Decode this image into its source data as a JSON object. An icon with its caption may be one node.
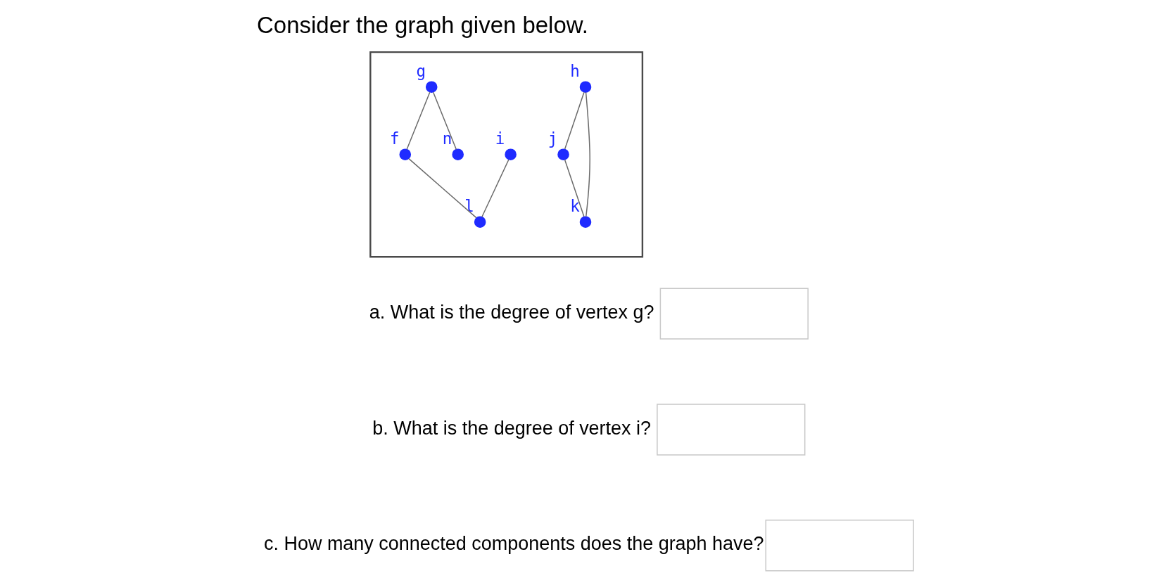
{
  "diagram": {
    "title": "Consider the graph given below.",
    "nodes": [
      {
        "text": [],
        "shape": "box"
      },
      {
        "text": [
          "h"
        ],
        "in": 0
      },
      {
        "text": [
          "i"
        ],
        "in": 0
      },
      {
        "text": [
          "g"
        ],
        "in": 0
      },
      {
        "text": [
          "j"
        ],
        "in": 0
      },
      {
        "text": [
          "f"
        ],
        "in": 0
      },
      {
        "text": [
          "k"
        ],
        "in": 0
      },
      {
        "text": [
          "n"
        ],
        "in": 0
      },
      {
        "text": [
          "l"
        ],
        "in": 0
      }
    ],
    "edges": [
      {
        "from": 1,
        "to": 4,
        "arrow": "none"
      },
      {
        "from": 1,
        "to": 6,
        "arrow": "none"
      },
      {
        "from": 4,
        "to": 6,
        "arrow": "none"
      },
      {
        "from": 2,
        "to": 8,
        "arrow": "none"
      },
      {
        "from": 5,
        "to": 8,
        "arrow": "none"
      },
      {
        "from": 3,
        "to": 5,
        "arrow": "none"
      },
      {
        "from": 3,
        "to": 7,
        "arrow": "none"
      }
    ],
    "labels": [
      "a. What is the degree of vertex g?",
      "b. What is the degree of vertex i?",
      "c. How many connected components does the graph have?"
    ]
  }
}
